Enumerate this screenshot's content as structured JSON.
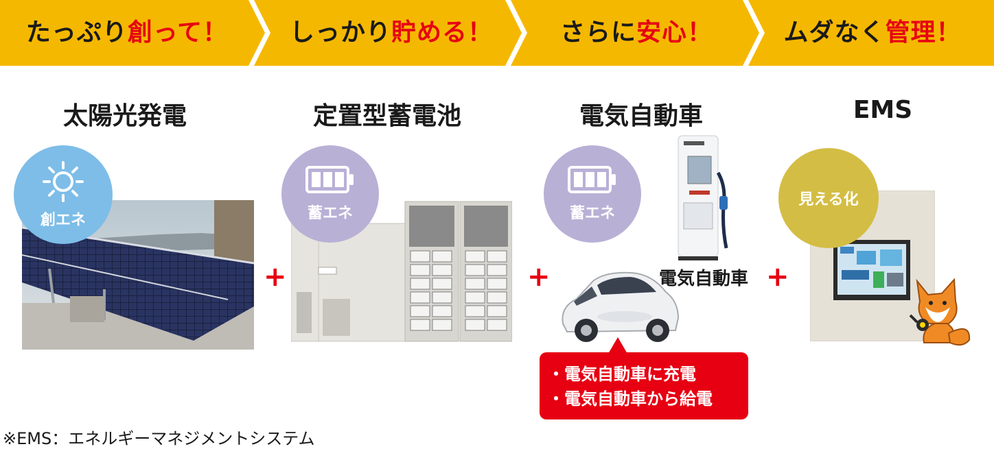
{
  "banner": {
    "steps": [
      {
        "pre": "たっぷり",
        "accent": "創って！"
      },
      {
        "pre": "しっかり",
        "accent": "貯める！"
      },
      {
        "pre": "さらに",
        "accent": "安心！"
      },
      {
        "pre": "ムダなく",
        "accent": "管理！"
      }
    ]
  },
  "columns": [
    {
      "heading": "太陽光発電",
      "badge": "創エネ",
      "badge_icon": "sun-icon"
    },
    {
      "heading": "定置型蓄電池",
      "badge": "蓄エネ",
      "badge_icon": "battery-icon"
    },
    {
      "heading": "電気自動車",
      "badge": "蓄エネ",
      "badge_icon": "battery-icon"
    },
    {
      "heading": "EMS",
      "badge": "見える化"
    }
  ],
  "plus_sign": "+",
  "ev_charger_label": "電気自動車",
  "callout": {
    "items": [
      "・電気自動車に充電",
      "・電気自動車から給電"
    ]
  },
  "footnote": "※EMS：エネルギーマネジメントシステム",
  "colors": {
    "banner": "#f5b800",
    "accent": "#e60012",
    "sun_badge": "#7dbde8",
    "battery_badge": "#b9b0d6",
    "ems_badge": "#d4bd44"
  }
}
